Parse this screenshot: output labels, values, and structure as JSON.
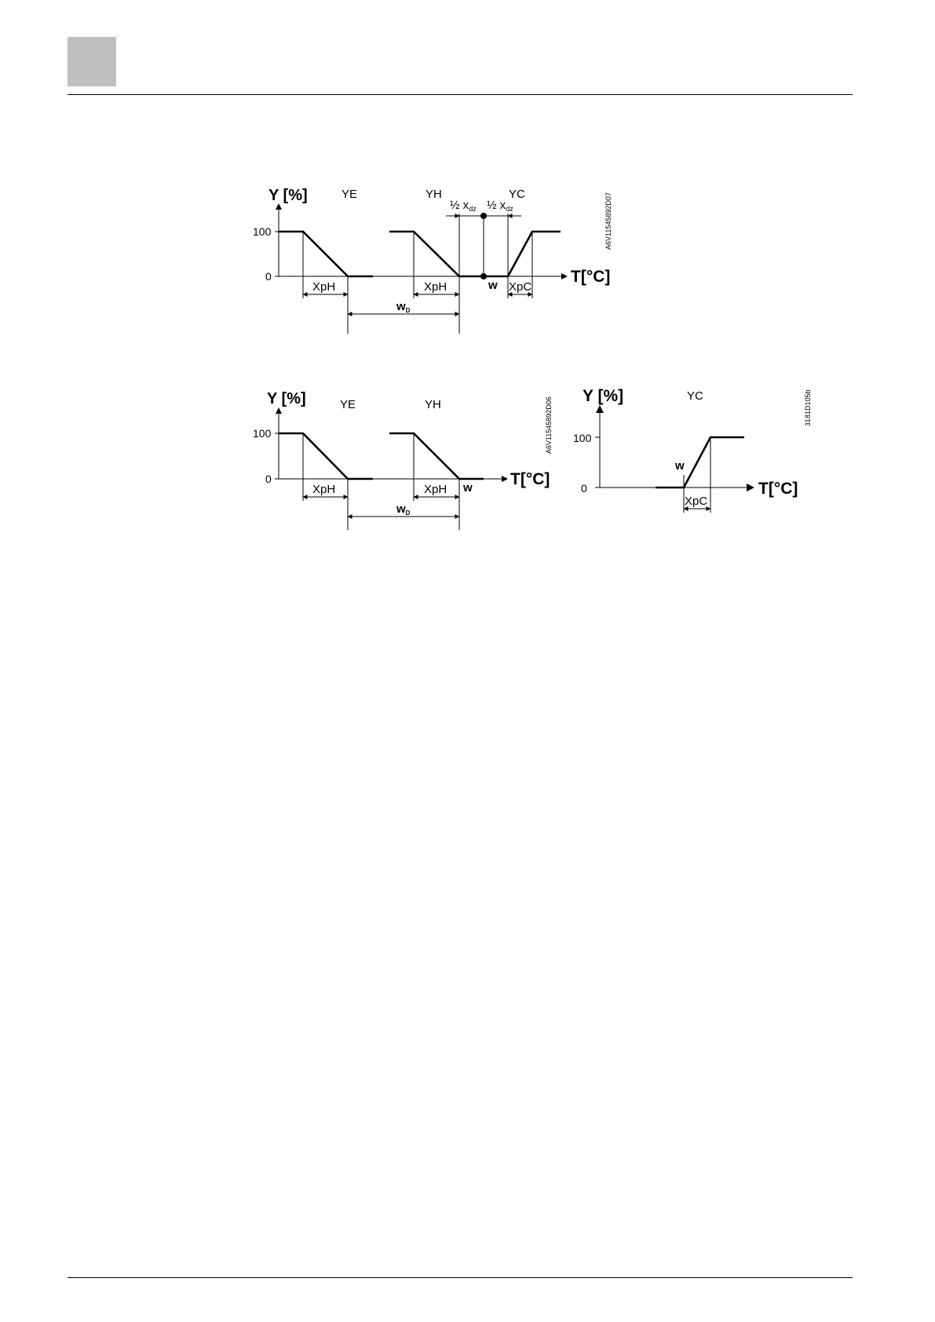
{
  "diagram1": {
    "y_axis": "Y [%]",
    "x_axis": "T[°C]",
    "tick_100": "100",
    "tick_0": "0",
    "series_ye": "YE",
    "series_yh": "YH",
    "series_yc": "YC",
    "half_xdz_left": "½ x",
    "half_xdz_right": "½ x",
    "dz_sub": "dz",
    "xph_1": "XpH",
    "xph_2": "XpH",
    "xpc": "XpC",
    "w": "w",
    "wd": "w",
    "wd_sub": "D",
    "code": "A6V11545892D07"
  },
  "diagram2": {
    "y_axis": "Y [%]",
    "x_axis": "T[°C]",
    "tick_100": "100",
    "tick_0": "0",
    "series_ye": "YE",
    "series_yh": "YH",
    "xph_1": "XpH",
    "xph_2": "XpH",
    "w": "w",
    "wd": "w",
    "wd_sub": "D",
    "code": "A6V11545892D06"
  },
  "diagram3": {
    "y_axis": "Y [%]",
    "x_axis": "T[°C]",
    "tick_100": "100",
    "tick_0": "0",
    "series_yc": "YC",
    "w": "w",
    "xpc": "XpC",
    "code": "3181D105b"
  }
}
